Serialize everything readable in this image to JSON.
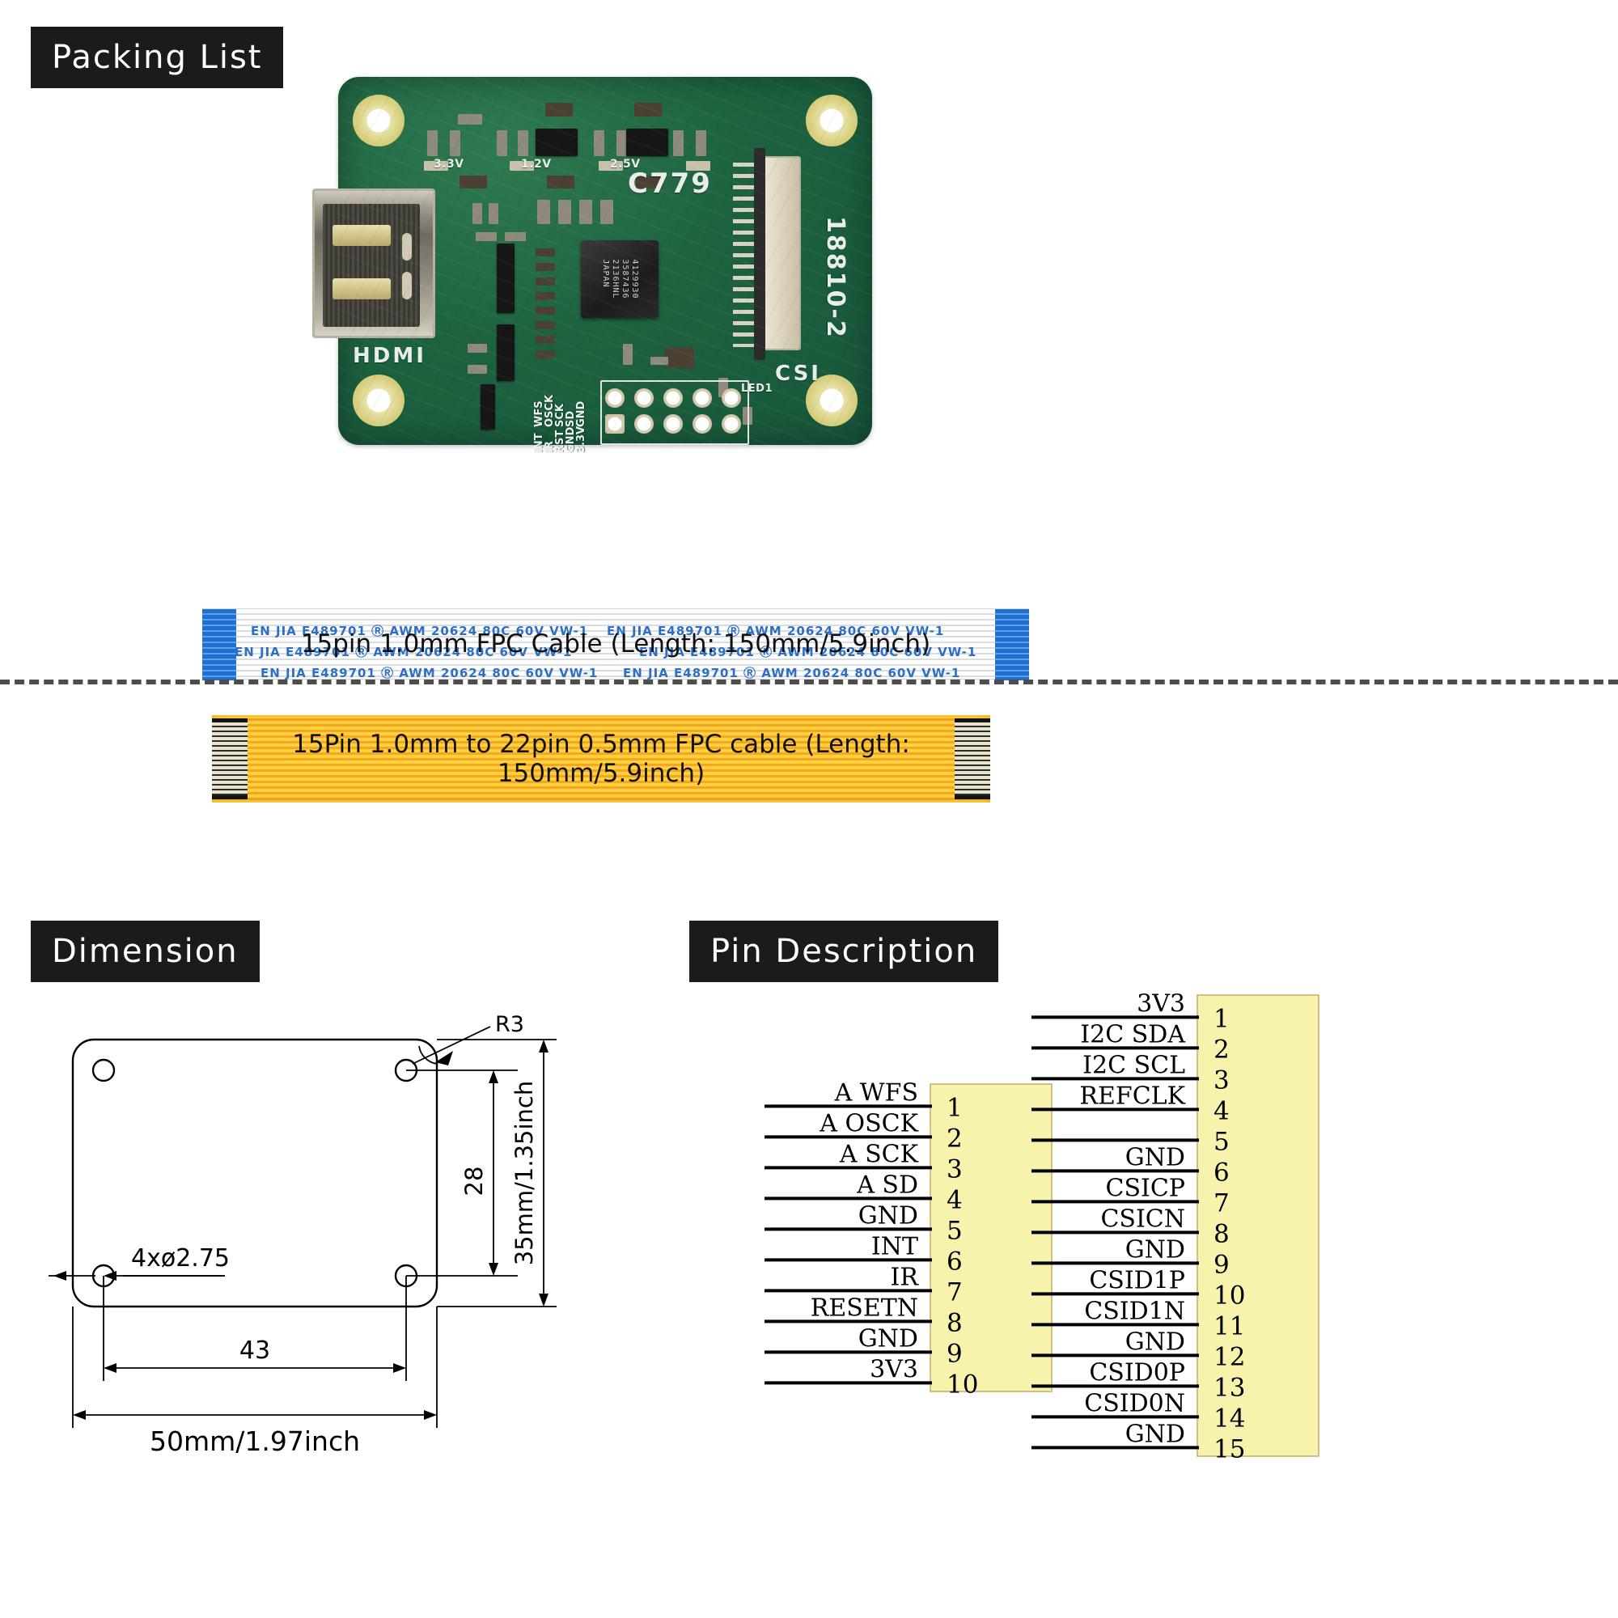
{
  "sections": {
    "packing_list": {
      "title": "Packing List"
    },
    "dimension": {
      "title": "Dimension"
    },
    "pin_description": {
      "title": "Pin Description"
    }
  },
  "board": {
    "silkscreen": {
      "model": "C779",
      "part_number": "18810-2",
      "hdmi_label": "HDMI",
      "csi_label": "CSI",
      "led_label": "LED1",
      "ic_marking": "4129930\n3587436\n2136HNL\nJAPAN"
    },
    "header_labels": [
      "WFS",
      "OSCK",
      "SCK",
      "SD",
      "GND",
      "INT",
      "IR",
      "RST",
      "GND",
      "3.3V"
    ],
    "rail_labels": [
      "3.3V",
      "1.2V",
      "2.5V"
    ]
  },
  "cables": {
    "white": {
      "caption": "15pin 1.0mm FPC Cable (Length: 150mm/5.9inch)",
      "printed_text": "EN JIA E489701  Ⓡ  AWM  20624  80C  60V  VW-1"
    },
    "orange": {
      "caption": "15Pin 1.0mm to 22pin 0.5mm FPC cable (Length: 150mm/5.9inch)"
    }
  },
  "dimension_drawing": {
    "corner_radius": "R3",
    "hole_spec": "4xø2.75",
    "inner_height": "28",
    "inner_width": "43",
    "total_height": "35mm/1.35inch",
    "total_width": "50mm/1.97inch"
  },
  "pin_blocks": [
    {
      "name": "10-pin header",
      "pin_count": 10,
      "fill_color": "#f7f3ac",
      "pins": [
        {
          "num": "1",
          "label": "A_WFS"
        },
        {
          "num": "2",
          "label": "A_OSCK"
        },
        {
          "num": "3",
          "label": "A_SCK"
        },
        {
          "num": "4",
          "label": "A_SD"
        },
        {
          "num": "5",
          "label": "GND"
        },
        {
          "num": "6",
          "label": "INT"
        },
        {
          "num": "7",
          "label": "IR"
        },
        {
          "num": "8",
          "label": "RESETN"
        },
        {
          "num": "9",
          "label": "GND"
        },
        {
          "num": "10",
          "label": "3V3"
        }
      ]
    },
    {
      "name": "15-pin CSI connector",
      "pin_count": 15,
      "fill_color": "#f7f3ac",
      "pins": [
        {
          "num": "1",
          "label": "3V3"
        },
        {
          "num": "2",
          "label": "I2C_SDA"
        },
        {
          "num": "3",
          "label": "I2C_SCL"
        },
        {
          "num": "4",
          "label": "REFCLK"
        },
        {
          "num": "5",
          "label": ""
        },
        {
          "num": "6",
          "label": "GND"
        },
        {
          "num": "7",
          "label": "CSICP"
        },
        {
          "num": "8",
          "label": "CSICN"
        },
        {
          "num": "9",
          "label": "GND"
        },
        {
          "num": "10",
          "label": "CSID1P"
        },
        {
          "num": "11",
          "label": "CSID1N"
        },
        {
          "num": "12",
          "label": "GND"
        },
        {
          "num": "13",
          "label": "CSID0P"
        },
        {
          "num": "14",
          "label": "CSID0N"
        },
        {
          "num": "15",
          "label": "GND"
        }
      ]
    }
  ]
}
